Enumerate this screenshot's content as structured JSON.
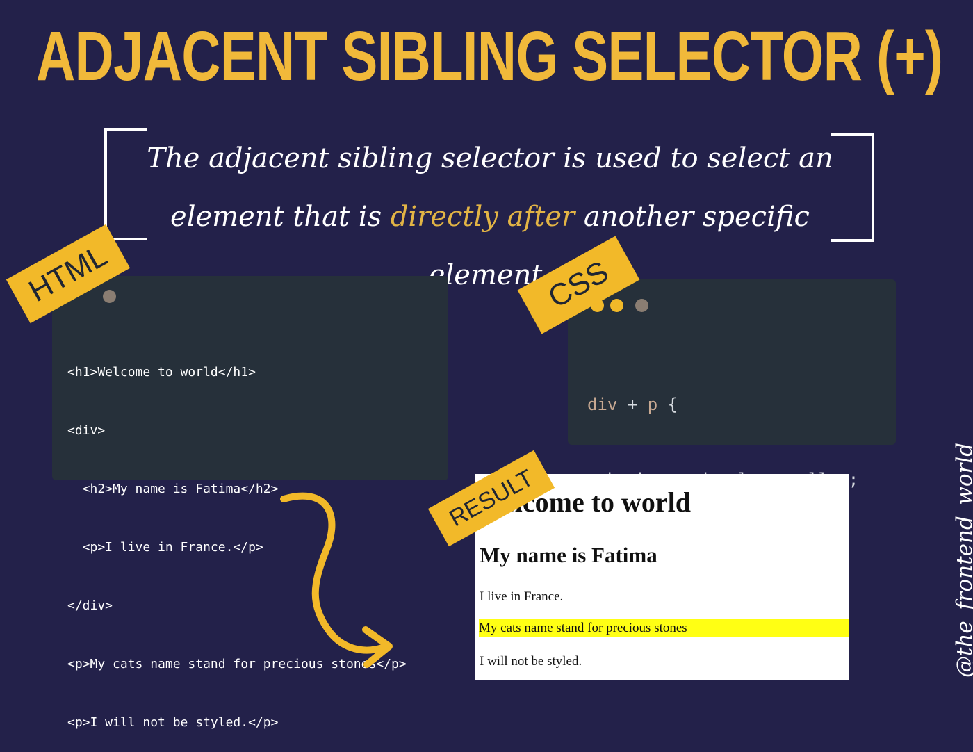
{
  "title": "ADJACENT SIBLING SELECTOR (+)",
  "definition": {
    "before": "The adjacent sibling selector is used to select an element that is ",
    "highlight": "directly after",
    "after": " another specific element."
  },
  "labels": {
    "html": "HTML",
    "css": "CSS",
    "result": "RESULT"
  },
  "html_code": {
    "lines": [
      "<h1>Welcome to world</h1>",
      "<div>",
      "  <h2>My name is Fatima</h2>",
      "  <p>I live in France.</p>",
      "</div>",
      "<p>My cats name stand for precious stones</p>",
      "<p>I will not be styled.</p>"
    ]
  },
  "css_code": {
    "selector_div": "div",
    "plus": "+",
    "selector_p": "p",
    "open_brace": "{",
    "property": "background-color",
    "colon": ":",
    "value": "yellow",
    "semicolon": ";",
    "close_brace": "}"
  },
  "result": {
    "h1": "elcome to world",
    "h2": "My name is Fatima",
    "p1": "I live in France.",
    "p2": "My cats name stand for precious stones",
    "p3": "I will not be styled."
  },
  "watermark": "@the_frontend_world",
  "colors": {
    "background": "#23214a",
    "accent": "#f1b93a",
    "code_panel": "#26303a",
    "highlight_yellow": "#ffff14",
    "white": "#ffffff"
  }
}
